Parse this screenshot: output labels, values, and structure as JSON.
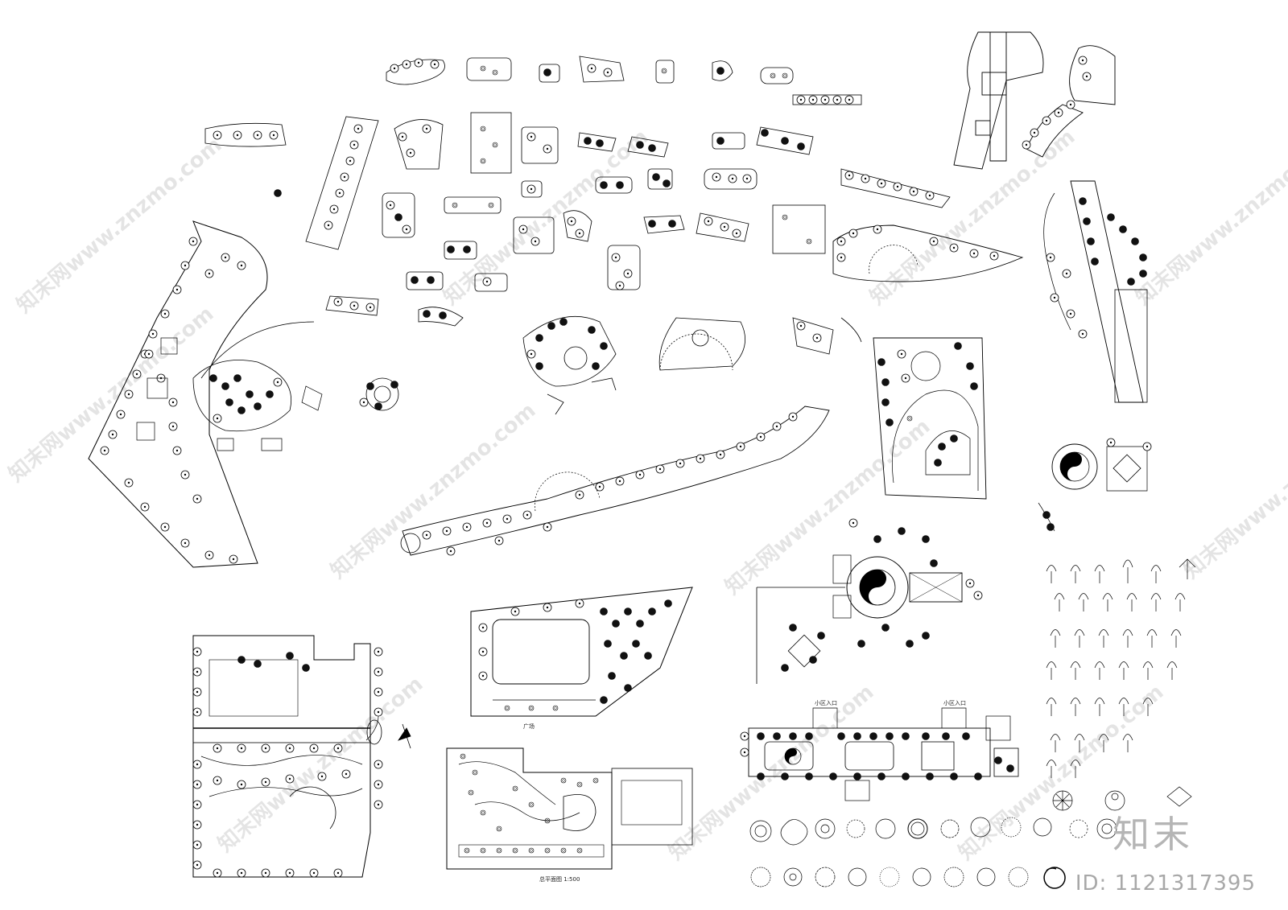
{
  "drawing": {
    "description_labels": {
      "plan_a_title": "总平面图 1:500",
      "plan_b_label": "广场",
      "plan_c_label_left": "小区入口",
      "plan_c_label_right": "小区入口"
    }
  },
  "watermark": {
    "text": "知末网www.znzmo.com"
  },
  "brand": {
    "logo_text": "知末",
    "id_text": "ID: 1121317395"
  }
}
